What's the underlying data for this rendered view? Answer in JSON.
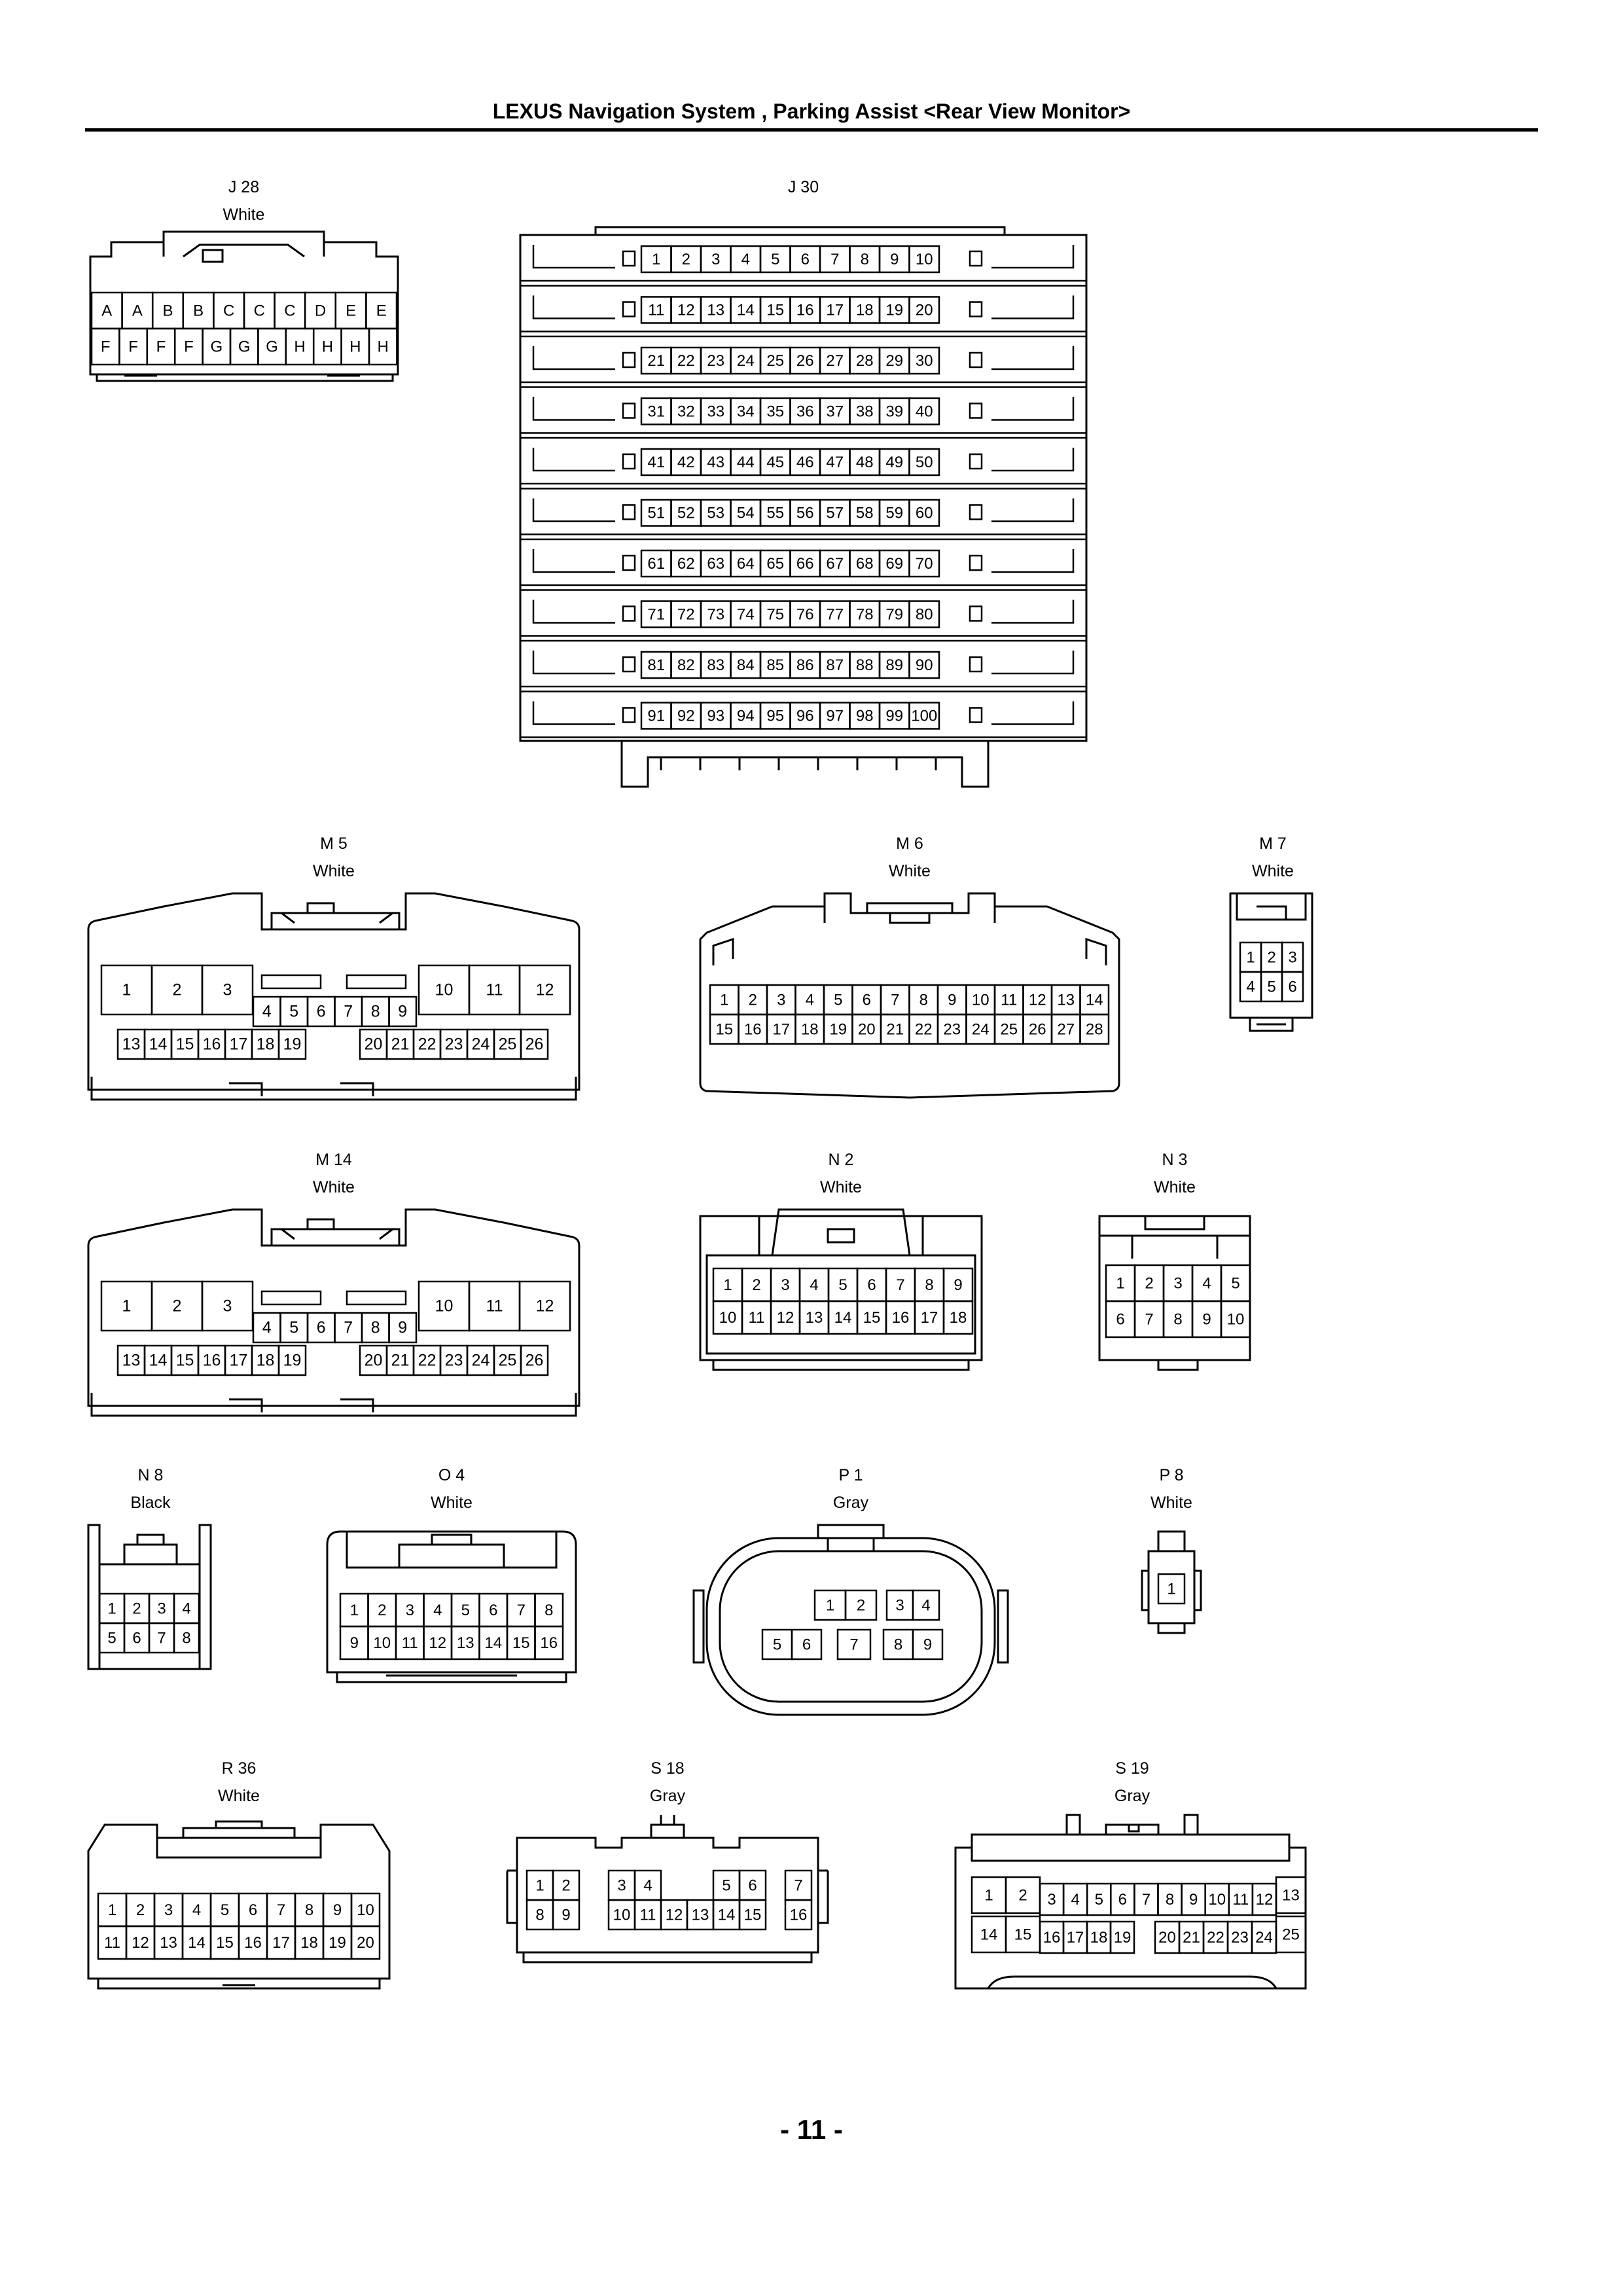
{
  "header": {
    "title": "LEXUS Navigation System , Parking Assist <Rear View Monitor>"
  },
  "footer": {
    "page_number": "- 11 -"
  },
  "connectors": [
    {
      "id": "J 28",
      "color": "White",
      "rows": [
        [
          "A",
          "A",
          "B",
          "B",
          "C",
          "C",
          "C",
          "D",
          "E",
          "E"
        ],
        [
          "F",
          "F",
          "F",
          "F",
          "G",
          "G",
          "G",
          "H",
          "H",
          "H",
          "H"
        ]
      ]
    },
    {
      "id": "J 30",
      "color": "",
      "rows": [
        [
          "1",
          "2",
          "3",
          "4",
          "5",
          "6",
          "7",
          "8",
          "9",
          "10"
        ],
        [
          "11",
          "12",
          "13",
          "14",
          "15",
          "16",
          "17",
          "18",
          "19",
          "20"
        ],
        [
          "21",
          "22",
          "23",
          "24",
          "25",
          "26",
          "27",
          "28",
          "29",
          "30"
        ],
        [
          "31",
          "32",
          "33",
          "34",
          "35",
          "36",
          "37",
          "38",
          "39",
          "40"
        ],
        [
          "41",
          "42",
          "43",
          "44",
          "45",
          "46",
          "47",
          "48",
          "49",
          "50"
        ],
        [
          "51",
          "52",
          "53",
          "54",
          "55",
          "56",
          "57",
          "58",
          "59",
          "60"
        ],
        [
          "61",
          "62",
          "63",
          "64",
          "65",
          "66",
          "67",
          "68",
          "69",
          "70"
        ],
        [
          "71",
          "72",
          "73",
          "74",
          "75",
          "76",
          "77",
          "78",
          "79",
          "80"
        ],
        [
          "81",
          "82",
          "83",
          "84",
          "85",
          "86",
          "87",
          "88",
          "89",
          "90"
        ],
        [
          "91",
          "92",
          "93",
          "94",
          "95",
          "96",
          "97",
          "98",
          "99",
          "100"
        ]
      ]
    },
    {
      "id": "M 5",
      "color": "White",
      "groups": [
        [
          "1",
          "2",
          "3"
        ],
        [
          "4",
          "5",
          "6",
          "7",
          "8",
          "9"
        ],
        [
          "10",
          "11",
          "12"
        ],
        [
          "13",
          "14",
          "15",
          "16",
          "17",
          "18",
          "19"
        ],
        [
          "20",
          "21",
          "22",
          "23",
          "24",
          "25",
          "26"
        ]
      ]
    },
    {
      "id": "M 6",
      "color": "White",
      "rows": [
        [
          "1",
          "2",
          "3",
          "4",
          "5",
          "6",
          "7",
          "8",
          "9",
          "10",
          "11",
          "12",
          "13",
          "14"
        ],
        [
          "15",
          "16",
          "17",
          "18",
          "19",
          "20",
          "21",
          "22",
          "23",
          "24",
          "25",
          "26",
          "27",
          "28"
        ]
      ]
    },
    {
      "id": "M 7",
      "color": "White",
      "rows": [
        [
          "1",
          "2",
          "3"
        ],
        [
          "4",
          "5",
          "6"
        ]
      ]
    },
    {
      "id": "M 14",
      "color": "White",
      "groups": [
        [
          "1",
          "2",
          "3"
        ],
        [
          "4",
          "5",
          "6",
          "7",
          "8",
          "9"
        ],
        [
          "10",
          "11",
          "12"
        ],
        [
          "13",
          "14",
          "15",
          "16",
          "17",
          "18",
          "19"
        ],
        [
          "20",
          "21",
          "22",
          "23",
          "24",
          "25",
          "26"
        ]
      ]
    },
    {
      "id": "N 2",
      "color": "White",
      "rows": [
        [
          "1",
          "2",
          "3",
          "4",
          "5",
          "6",
          "7",
          "8",
          "9"
        ],
        [
          "10",
          "11",
          "12",
          "13",
          "14",
          "15",
          "16",
          "17",
          "18"
        ]
      ]
    },
    {
      "id": "N 3",
      "color": "White",
      "rows": [
        [
          "1",
          "2",
          "3",
          "4",
          "5"
        ],
        [
          "6",
          "7",
          "8",
          "9",
          "10"
        ]
      ]
    },
    {
      "id": "N 8",
      "color": "Black",
      "rows": [
        [
          "1",
          "2",
          "3",
          "4"
        ],
        [
          "5",
          "6",
          "7",
          "8"
        ]
      ]
    },
    {
      "id": "O 4",
      "color": "White",
      "rows": [
        [
          "1",
          "2",
          "3",
          "4",
          "5",
          "6",
          "7",
          "8"
        ],
        [
          "9",
          "10",
          "11",
          "12",
          "13",
          "14",
          "15",
          "16"
        ]
      ]
    },
    {
      "id": "P 1",
      "color": "Gray",
      "groups": [
        [
          "1",
          "2"
        ],
        [
          "3",
          "4"
        ],
        [
          "5",
          "6"
        ],
        [
          "7"
        ],
        [
          "8",
          "9"
        ]
      ]
    },
    {
      "id": "P 8",
      "color": "White",
      "rows": [
        [
          "1"
        ]
      ]
    },
    {
      "id": "R 36",
      "color": "White",
      "rows": [
        [
          "1",
          "2",
          "3",
          "4",
          "5",
          "6",
          "7",
          "8",
          "9",
          "10"
        ],
        [
          "11",
          "12",
          "13",
          "14",
          "15",
          "16",
          "17",
          "18",
          "19",
          "20"
        ]
      ]
    },
    {
      "id": "S 18",
      "color": "Gray",
      "groups": [
        [
          "1",
          "2"
        ],
        [
          "8",
          "9"
        ],
        [
          "3",
          "4"
        ],
        [
          "10",
          "11",
          "12",
          "13",
          "14",
          "15"
        ],
        [
          "5",
          "6"
        ],
        [
          "7"
        ],
        [
          "16"
        ]
      ]
    },
    {
      "id": "S 19",
      "color": "Gray",
      "groups": [
        [
          "1",
          "2"
        ],
        [
          "3",
          "4",
          "5",
          "6",
          "7",
          "8",
          "9",
          "10",
          "11",
          "12"
        ],
        [
          "13"
        ],
        [
          "14",
          "15"
        ],
        [
          "16",
          "17",
          "18",
          "19"
        ],
        [
          "20",
          "21",
          "22",
          "23",
          "24"
        ],
        [
          "25"
        ]
      ]
    }
  ]
}
